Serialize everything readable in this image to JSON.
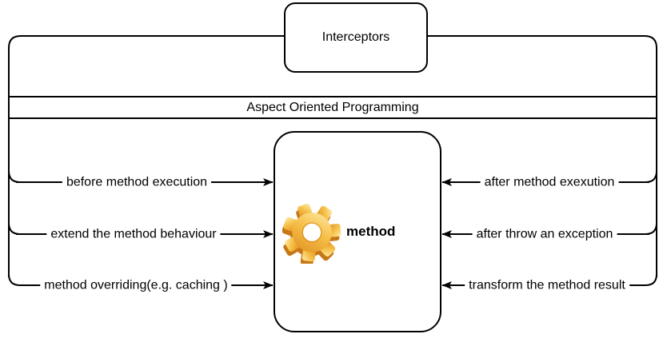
{
  "diagram": {
    "top_node": {
      "label": "Interceptors"
    },
    "band": {
      "label": "Aspect Oriented Programming"
    },
    "method_node": {
      "label": "method",
      "icon": "gear-icon"
    },
    "left_arrows": [
      {
        "label": "before method execution",
        "direction": "right-into-method"
      },
      {
        "label": "extend the method behaviour",
        "direction": "right-into-method"
      },
      {
        "label": "method overriding(e.g. caching )",
        "direction": "right-into-method"
      }
    ],
    "right_arrows": [
      {
        "label": "after method exexution",
        "direction": "left-into-method"
      },
      {
        "label": "after throw an exception",
        "direction": "left-into-method"
      },
      {
        "label": "transform the method result",
        "direction": "left-into-method"
      }
    ],
    "colors": {
      "line": "#000000",
      "background": "#ffffff",
      "gear_light": "#FFEDAE",
      "gear_mid": "#F6C14A",
      "gear_dark": "#E08E1E",
      "gear_shadow": "#C77716"
    }
  }
}
